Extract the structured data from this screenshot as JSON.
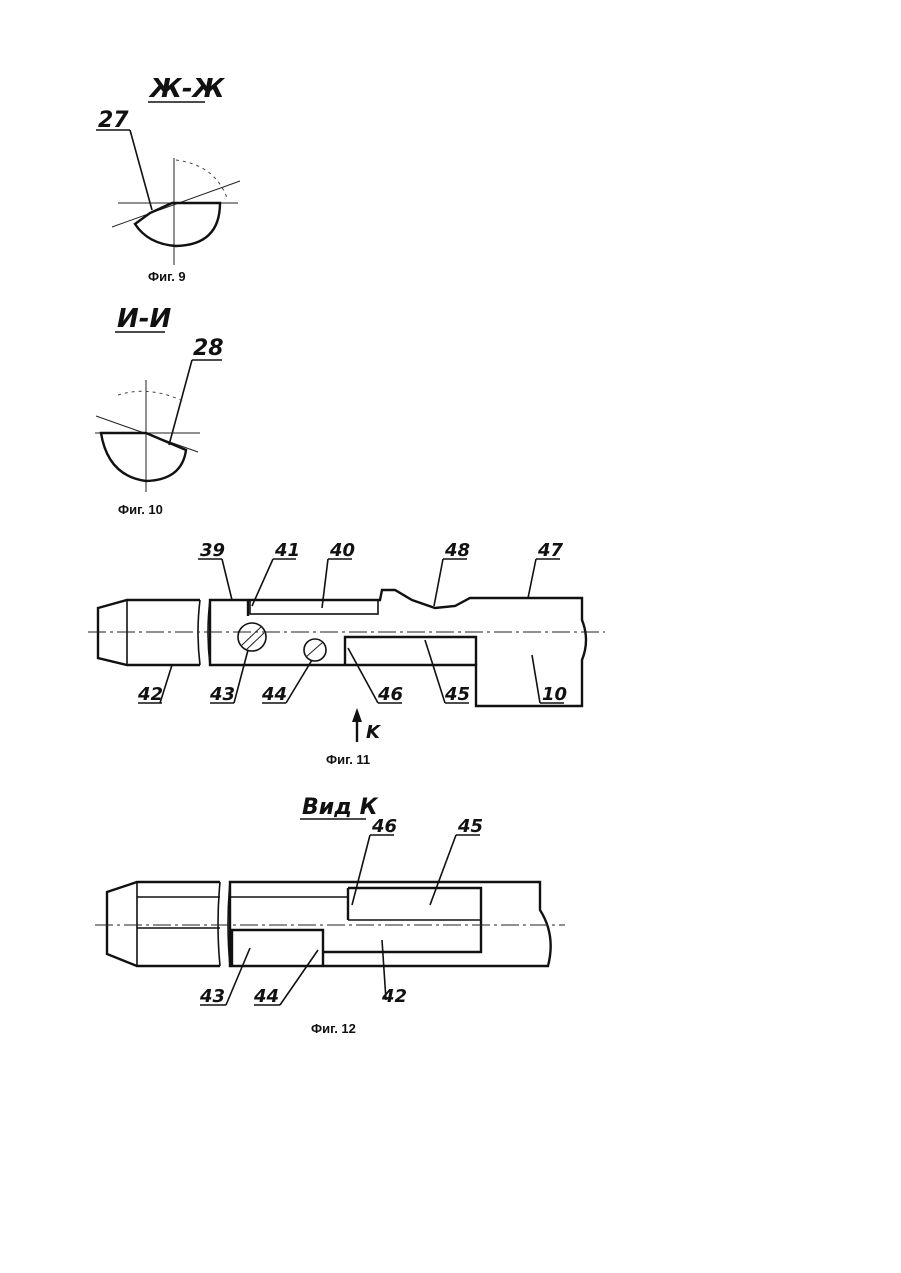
{
  "fig9": {
    "section_title": "Ж-Ж",
    "label_27": "27",
    "caption": "Фиг. 9"
  },
  "fig10": {
    "section_title": "И-И",
    "label_28": "28",
    "caption": "Фиг. 10"
  },
  "fig11": {
    "labels": {
      "l39": "39",
      "l41": "41",
      "l40": "40",
      "l48": "48",
      "l47": "47",
      "l42": "42",
      "l43": "43",
      "l44": "44",
      "l46": "46",
      "l45": "45",
      "l10": "10"
    },
    "view_arrow": "K",
    "caption": "Фиг. 11"
  },
  "fig12": {
    "view_title": "Вид К",
    "labels": {
      "l46": "46",
      "l45": "45",
      "l43": "43",
      "l44": "44",
      "l42": "42"
    },
    "caption": "Фиг. 12"
  }
}
